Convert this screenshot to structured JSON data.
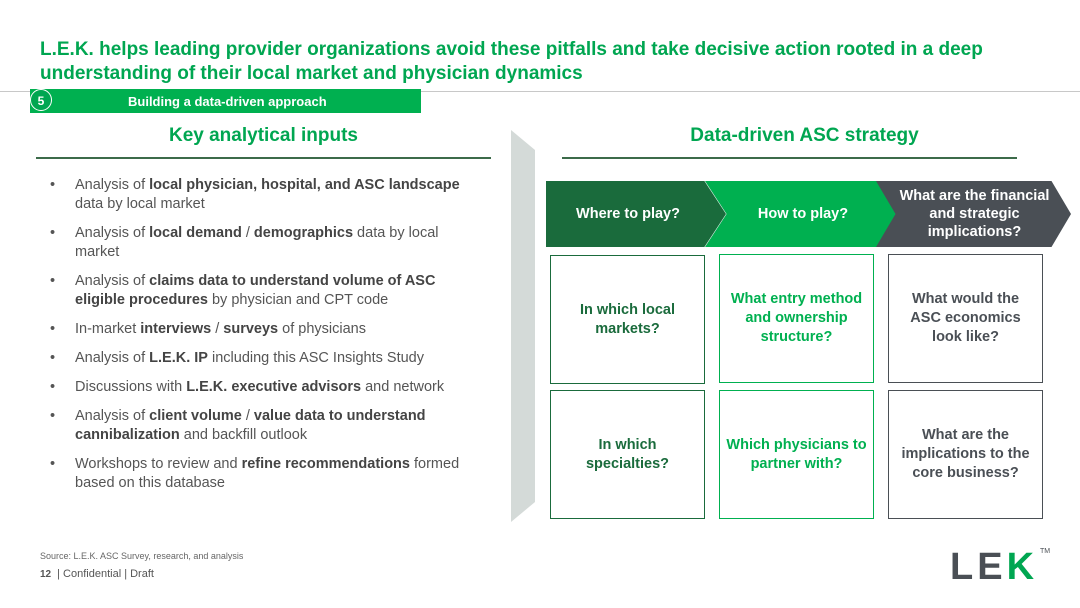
{
  "title": "L.E.K. helps leading provider organizations avoid these pitfalls and take decisive action rooted in a deep understanding of their local market and physician dynamics",
  "banner": {
    "number": "5",
    "text": "Building a data-driven approach"
  },
  "left": {
    "heading": "Key analytical inputs",
    "bullets": [
      [
        {
          "t": "Analysis of "
        },
        {
          "b": "local physician, hospital, and ASC landscape"
        },
        {
          "t": " data by local market"
        }
      ],
      [
        {
          "t": "Analysis of "
        },
        {
          "b": "local demand"
        },
        {
          "t": " / "
        },
        {
          "b": "demographics"
        },
        {
          "t": " data by local market"
        }
      ],
      [
        {
          "t": "Analysis of "
        },
        {
          "b": "claims data to understand volume of ASC eligible procedures"
        },
        {
          "t": " by physician and CPT code"
        }
      ],
      [
        {
          "t": "In-market "
        },
        {
          "b": "interviews"
        },
        {
          "t": " / "
        },
        {
          "b": "surveys"
        },
        {
          "t": " of physicians"
        }
      ],
      [
        {
          "t": "Analysis of "
        },
        {
          "b": "L.E.K. IP"
        },
        {
          "t": " including this ASC Insights Study"
        }
      ],
      [
        {
          "t": "Discussions with "
        },
        {
          "b": "L.E.K. executive advisors"
        },
        {
          "t": " and network"
        }
      ],
      [
        {
          "t": "Analysis of "
        },
        {
          "b": "client volume"
        },
        {
          "t": " / "
        },
        {
          "b": "value data to understand cannibalization"
        },
        {
          "t": " and backfill outlook"
        }
      ],
      [
        {
          "t": "Workshops to review and "
        },
        {
          "b": "refine recommendations"
        },
        {
          "t": " formed based on this database"
        }
      ]
    ]
  },
  "right": {
    "heading": "Data-driven ASC strategy",
    "arrows": [
      "Where to play?",
      "How to play?",
      "What are the financial and strategic implications?"
    ],
    "boxes": [
      "In which local markets?",
      "What entry method and ownership structure?",
      "What would the ASC economics look like?",
      "In which specialties?",
      "Which physicians to partner with?",
      "What are the implications to the core business?"
    ]
  },
  "source": "Source:  L.E.K. ASC Survey, research, and analysis",
  "footer": {
    "page": "12",
    "text": "| Confidential | Draft"
  },
  "logo": {
    "text": "LEK",
    "tm": "TM"
  },
  "colors": {
    "green": "#00b050",
    "dark_green": "#1a6b3c",
    "gray": "#4a4f55"
  }
}
